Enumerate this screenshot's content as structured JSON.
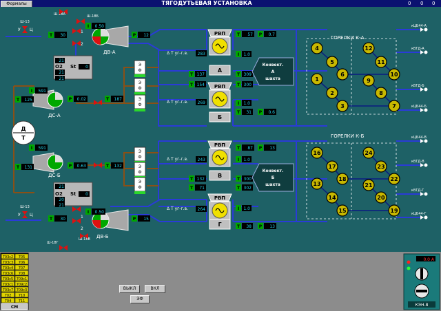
{
  "window": {
    "menu": "Формалы",
    "title": "ТЯГОДУТЬЕВАЯ УСТАНОВКА",
    "status": [
      "0",
      "0",
      "0"
    ]
  },
  "colors": {
    "background": "#1e6166",
    "pipe_blue": "#2a3bd8",
    "pipe_brown": "#8a5016",
    "value_box": "#000000",
    "value_text": "#22d3ee",
    "green_label": "#00a800",
    "burner": "#c8b800",
    "rvp": "#c0c0c0",
    "convector": "#0f3d3f",
    "valve_red": "#dd1111"
  },
  "valves": {
    "top_left": "Ш-13",
    "top_sh18a": "Ш-18А",
    "top_sh18b": "Ш-18Б",
    "bottom_left": "Ш-13",
    "bottom_sh18g": "Ш-18Г",
    "bottom_sh18v": "Ш-18В",
    "y_label": "У",
    "c_label": "Ц"
  },
  "dv_a": {
    "label": "ДВ-А",
    "amp_tag": "I",
    "amp": "0.50",
    "temp_tag": "T",
    "temp": "30",
    "press_tag": "P",
    "press": "12",
    "pos1": "1",
    "pos2": "2"
  },
  "dv_b": {
    "label": "ДВ-Б",
    "amp_tag": "I",
    "amp": "0.50",
    "temp_tag": "T",
    "temp": "30",
    "press_tag": "P",
    "press": "15",
    "pos1": "1",
    "pos2": "2"
  },
  "o2_a": {
    "top": "21",
    "o2_label": "O2",
    "st_label": "St",
    "o2": "21",
    "st": "0",
    "bottom": "21"
  },
  "o2_b": {
    "top": "21",
    "o2_label": "O2",
    "st_label": "St",
    "o2": "20",
    "st": "0",
    "bottom": "21"
  },
  "ds_a": {
    "label": "ДС-А",
    "amp_tag": "I",
    "amp": "591",
    "temp_tag": "T",
    "temp": "125",
    "press_tag": "P",
    "press": "0.02",
    "out_temp": "187"
  },
  "ds_b": {
    "label": "ДС-Б",
    "amp_tag": "I",
    "amp": "591",
    "temp_tag": "T",
    "temp": "131",
    "press_tag": "P",
    "press": "0.63",
    "out_temp": "132"
  },
  "smoke": {
    "d": "Д",
    "t": "Т"
  },
  "filters_top": [
    {
      "label1": "Э",
      "label2": "Ф"
    },
    {
      "label1": "Э",
      "label2": "Ф"
    },
    {
      "label1": "Э",
      "label2": "Ф"
    }
  ],
  "filters_bottom": [
    {
      "label1": "Э",
      "label2": "Ф"
    },
    {
      "label1": "Э",
      "label2": "Ф"
    },
    {
      "label1": "Э",
      "label2": "Ф"
    }
  ],
  "rvp_a": {
    "label": "РВП",
    "letter": "А",
    "t_out": "57",
    "p_out": "0.7",
    "dt_label": "Δ T уг-г.в.",
    "dt": "283",
    "i": "1.0",
    "t1": "137",
    "t2": "154",
    "v1": "309",
    "v2": "300"
  },
  "rvp_b": {
    "label": "РВП",
    "letter": "Б",
    "dt_label": "Δ T уг-г.в.",
    "dt": "269",
    "i": "1.0",
    "t": "31",
    "p": "0.6"
  },
  "rvp_v": {
    "label": "РВП",
    "letter": "В",
    "t_out": "87",
    "p_out": "13",
    "dt_label": "Δ T уг-г.в.",
    "dt": "243",
    "i": "1.0",
    "t1": "132",
    "t2": "71",
    "v1": "300",
    "v2": "302"
  },
  "rvp_g": {
    "label": "РВП",
    "letter": "Г",
    "dt_label": "Δ T уг-г.в.",
    "dt": "264",
    "i": "1.0",
    "t": "38",
    "p": "13"
  },
  "conv_a": {
    "line1": "Конвект.",
    "line2": "А",
    "line3": "шахта"
  },
  "conv_b": {
    "line1": "Конвект.",
    "line2": "Б",
    "line3": "шахта"
  },
  "burners_a": {
    "title": "ГОРЕЛКИ К-А",
    "items": [
      "1",
      "2",
      "3",
      "4",
      "5",
      "6",
      "7",
      "8",
      "9",
      "10",
      "11",
      "12"
    ]
  },
  "burners_b": {
    "title": "ГОРЕЛКИ К-Б",
    "items": [
      "13",
      "14",
      "15",
      "16",
      "17",
      "18",
      "19",
      "20",
      "21",
      "22",
      "23",
      "24"
    ]
  },
  "outlets": [
    "кЦБ44-А",
    "кВГД-А",
    "кВГД-Б",
    "кЦБ44-Б",
    "кЦБ44-В",
    "кВГД-В",
    "кВГД-Г",
    "кЦБ44-Г"
  ],
  "alarm_list": {
    "rows": [
      [
        "703с2",
        "705"
      ],
      [
        "703с3",
        "706"
      ],
      [
        "703с4",
        "707"
      ],
      [
        "703с6",
        "708"
      ],
      [
        "703с5",
        "709с1"
      ],
      [
        "703с1",
        "709с2"
      ],
      [
        "703с7",
        "709с3"
      ],
      [
        "702",
        "710"
      ],
      [
        "704",
        "711"
      ]
    ],
    "footer": "СМ"
  },
  "buttons": {
    "off": "ВЫКЛ",
    "on": "ВКЛ",
    "ef": "ЭФ"
  },
  "control_panel": {
    "reading": "0.0 А",
    "label": "КЭН-8"
  }
}
